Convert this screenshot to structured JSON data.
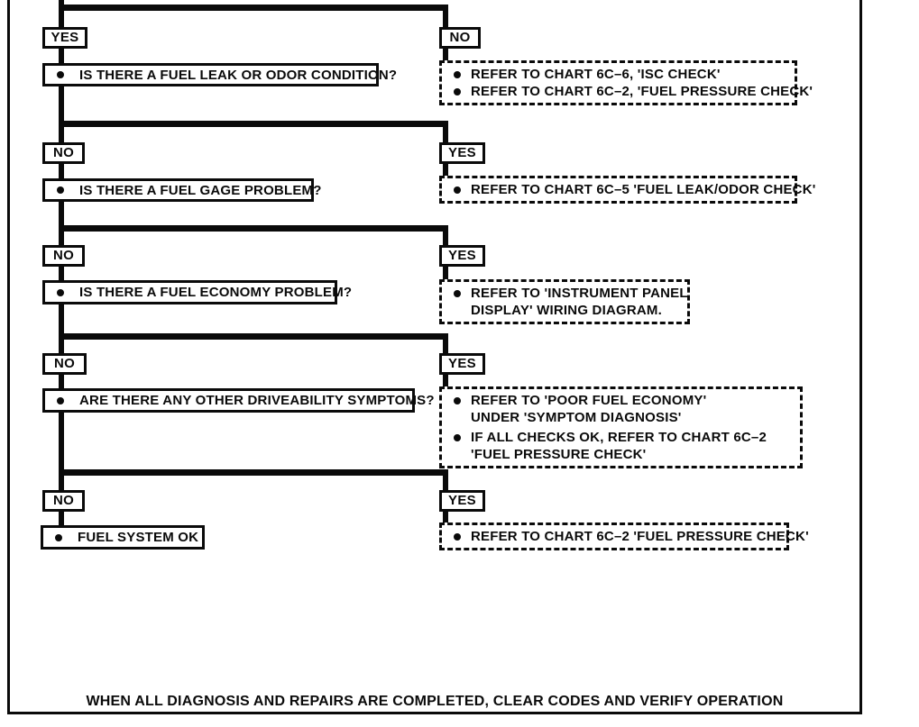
{
  "footer": "WHEN ALL DIAGNOSIS AND REPAIRS ARE COMPLETED, CLEAR CODES AND VERIFY OPERATION",
  "rows": [
    {
      "left_label": "YES",
      "right_label": "NO",
      "question": "IS THERE A FUEL LEAK OR ODOR CONDITION?",
      "items": [
        {
          "lines": [
            "REFER TO CHART 6C–6, 'ISC CHECK'"
          ]
        },
        {
          "lines": [
            "REFER TO CHART 6C–2, 'FUEL PRESSURE CHECK'"
          ]
        }
      ]
    },
    {
      "left_label": "NO",
      "right_label": "YES",
      "question": "IS THERE A FUEL GAGE PROBLEM?",
      "items": [
        {
          "lines": [
            "REFER TO CHART 6C–5 'FUEL LEAK/ODOR CHECK'"
          ]
        }
      ]
    },
    {
      "left_label": "NO",
      "right_label": "YES",
      "question": "IS THERE A FUEL ECONOMY PROBLEM?",
      "items": [
        {
          "lines": [
            "REFER TO 'INSTRUMENT PANEL",
            "DISPLAY' WIRING DIAGRAM."
          ]
        }
      ]
    },
    {
      "left_label": "NO",
      "right_label": "YES",
      "question": "ARE THERE ANY OTHER DRIVEABILITY SYMPTOMS?",
      "items": [
        {
          "lines": [
            "REFER TO 'POOR FUEL ECONOMY'",
            "UNDER 'SYMPTOM DIAGNOSIS'"
          ]
        },
        {
          "lines": [
            "IF ALL CHECKS OK, REFER TO CHART  6C–2",
            "'FUEL PRESSURE CHECK'"
          ]
        }
      ]
    },
    {
      "left_label": "NO",
      "right_label": "YES",
      "question": "FUEL SYSTEM  OK",
      "items": [
        {
          "lines": [
            "REFER TO CHART 6C–2 'FUEL PRESSURE CHECK'"
          ]
        }
      ]
    }
  ]
}
